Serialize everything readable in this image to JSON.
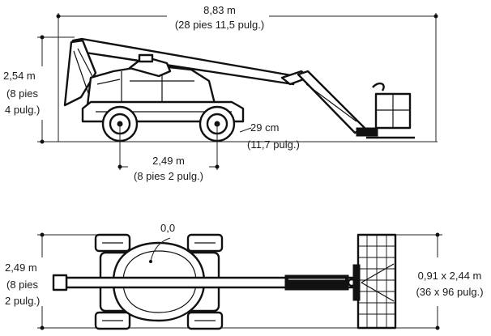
{
  "side_view": {
    "length": {
      "metric": "8,83 m",
      "imperial": "(28 pies 11,5 pulg.)"
    },
    "height": {
      "metric": "2,54 m",
      "imperial_1": "(8 pies",
      "imperial_2": "4 pulg.)"
    },
    "wheelbase": {
      "metric": "2,49 m",
      "imperial": "(8 pies 2 pulg.)"
    },
    "ground_clearance": {
      "metric": "29 cm",
      "imperial": "(11,7 pulg.)"
    }
  },
  "top_view": {
    "width": {
      "metric": "2,49 m",
      "imperial_1": "(8 pies",
      "imperial_2": "2 pulg.)"
    },
    "origin_label": "0,0",
    "platform": {
      "metric": "0,91 x 2,44 m",
      "imperial": "(36 x 96 pulg.)"
    }
  }
}
